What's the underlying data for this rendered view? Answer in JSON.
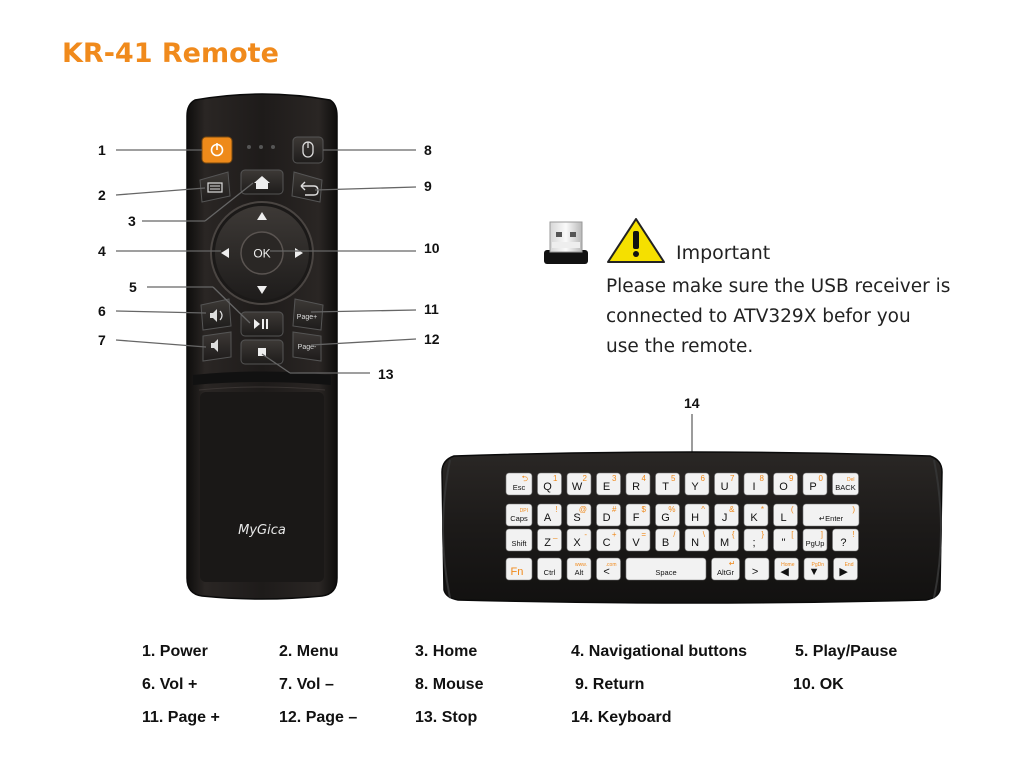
{
  "title": "KR-41 Remote",
  "important": {
    "heading": "Important",
    "lines": [
      "Please make sure the USB receiver is",
      "connected to ATV329X befor you",
      "use the remote."
    ]
  },
  "remote": {
    "brand": "MyGica",
    "ok_label": "OK"
  },
  "callouts": [
    "1",
    "2",
    "3",
    "4",
    "5",
    "6",
    "7",
    "8",
    "9",
    "10",
    "11",
    "12",
    "13",
    "14"
  ],
  "legend": [
    "1.  Power",
    "2.  Menu",
    "3.  Home",
    "4.  Navigational buttons",
    "5.  Play/Pause",
    "6.  Vol +",
    "7.  Vol –",
    "8.  Mouse",
    "9.  Return",
    "10. OK",
    "11.  Page +",
    "12. Page –",
    "13. Stop",
    "14. Keyboard"
  ],
  "keyboard": {
    "row1": [
      {
        "main": "Esc",
        "alt": "⮌"
      },
      {
        "main": "Q",
        "alt": "1"
      },
      {
        "main": "W",
        "alt": "2"
      },
      {
        "main": "E",
        "alt": "3"
      },
      {
        "main": "R",
        "alt": "4"
      },
      {
        "main": "T",
        "alt": "5"
      },
      {
        "main": "Y",
        "alt": "6"
      },
      {
        "main": "U",
        "alt": "7"
      },
      {
        "main": "I",
        "alt": "8"
      },
      {
        "main": "O",
        "alt": "9"
      },
      {
        "main": "P",
        "alt": "0"
      },
      {
        "main": "BACK",
        "alt": "Del"
      }
    ],
    "row2": [
      {
        "main": "Caps",
        "alt": "DPI"
      },
      {
        "main": "A",
        "alt": "!"
      },
      {
        "main": "S",
        "alt": "@"
      },
      {
        "main": "D",
        "alt": "#"
      },
      {
        "main": "F",
        "alt": "$"
      },
      {
        "main": "G",
        "alt": "%"
      },
      {
        "main": "H",
        "alt": "^"
      },
      {
        "main": "J",
        "alt": "&"
      },
      {
        "main": "K",
        "alt": "*"
      },
      {
        "main": "L",
        "alt": "("
      },
      {
        "main": "↵Enter",
        "alt": ")"
      }
    ],
    "row3": [
      {
        "main": "Shift",
        "alt": ""
      },
      {
        "main": "Z",
        "alt": "_"
      },
      {
        "main": "X",
        "alt": "-"
      },
      {
        "main": "C",
        "alt": "+"
      },
      {
        "main": "V",
        "alt": "="
      },
      {
        "main": "B",
        "alt": "/"
      },
      {
        "main": "N",
        "alt": "\\"
      },
      {
        "main": "M",
        "alt": "{"
      },
      {
        "main": ";",
        "alt": "}"
      },
      {
        "main": "\"",
        "alt": "["
      },
      {
        "main": "PgUp",
        "alt": "]"
      },
      {
        "main": "?",
        "alt": "!"
      }
    ],
    "row4": [
      {
        "main": "Fn",
        "alt": ""
      },
      {
        "main": "Ctrl",
        "alt": ""
      },
      {
        "main": "Alt",
        "alt": "www."
      },
      {
        "main": "<",
        "alt": ".com"
      },
      {
        "main": "Space",
        "alt": ""
      },
      {
        "main": "AltGr",
        "alt": "↵"
      },
      {
        "main": ">",
        "alt": ""
      },
      {
        "main": "◀",
        "alt": "Home"
      },
      {
        "main": "▼",
        "alt": "PgDn"
      },
      {
        "main": "▶",
        "alt": "End"
      }
    ]
  },
  "colors": {
    "accent": "#f08a1c",
    "remote_body": "#1c1a19",
    "button": "#2e2b29",
    "warning": "#f5e000"
  }
}
